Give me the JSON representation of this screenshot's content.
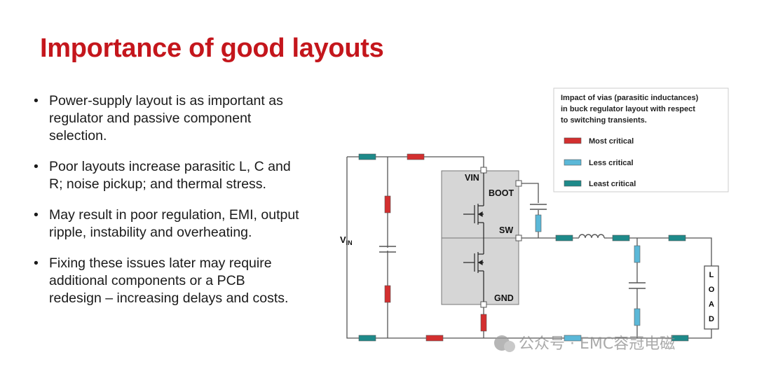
{
  "slide": {
    "title": "Importance of good layouts",
    "bullets": [
      {
        "lines": [
          "Power-supply layout is as important as",
          "regulator and passive component",
          "selection."
        ]
      },
      {
        "lines": [
          "Poor layouts increase parasitic L, C and",
          "R; noise pickup; and thermal stress."
        ]
      },
      {
        "lines": [
          "May result in poor regulation, EMI, output",
          "ripple, instability and overheating."
        ]
      },
      {
        "lines": [
          "Fixing these issues later may require",
          "additional components or a PCB",
          "redesign – increasing delays and costs."
        ]
      }
    ]
  },
  "legend": {
    "title_lines": [
      "Impact of vias (parasitic inductances)",
      "in buck regulator layout with respect",
      "to switching transients."
    ],
    "items": [
      {
        "label": "Most critical",
        "color": "#d32f2f"
      },
      {
        "label": "Less critical",
        "color": "#5bb8d8"
      },
      {
        "label": "Least critical",
        "color": "#1e8a8a"
      }
    ]
  },
  "circuit": {
    "vin_main": "V",
    "vin_sub": "IN",
    "pins": {
      "vin": "VIN",
      "boot": "BOOT",
      "sw": "SW",
      "gnd": "GND"
    },
    "load_letters": [
      "L",
      "O",
      "A",
      "D"
    ]
  },
  "watermark": {
    "text": "公众号 · EMC容冠电磁"
  },
  "colors": {
    "title": "#c4161c",
    "most": "#d32f2f",
    "less": "#5bb8d8",
    "least": "#1e8a8a",
    "chip": "#d6d6d6"
  }
}
